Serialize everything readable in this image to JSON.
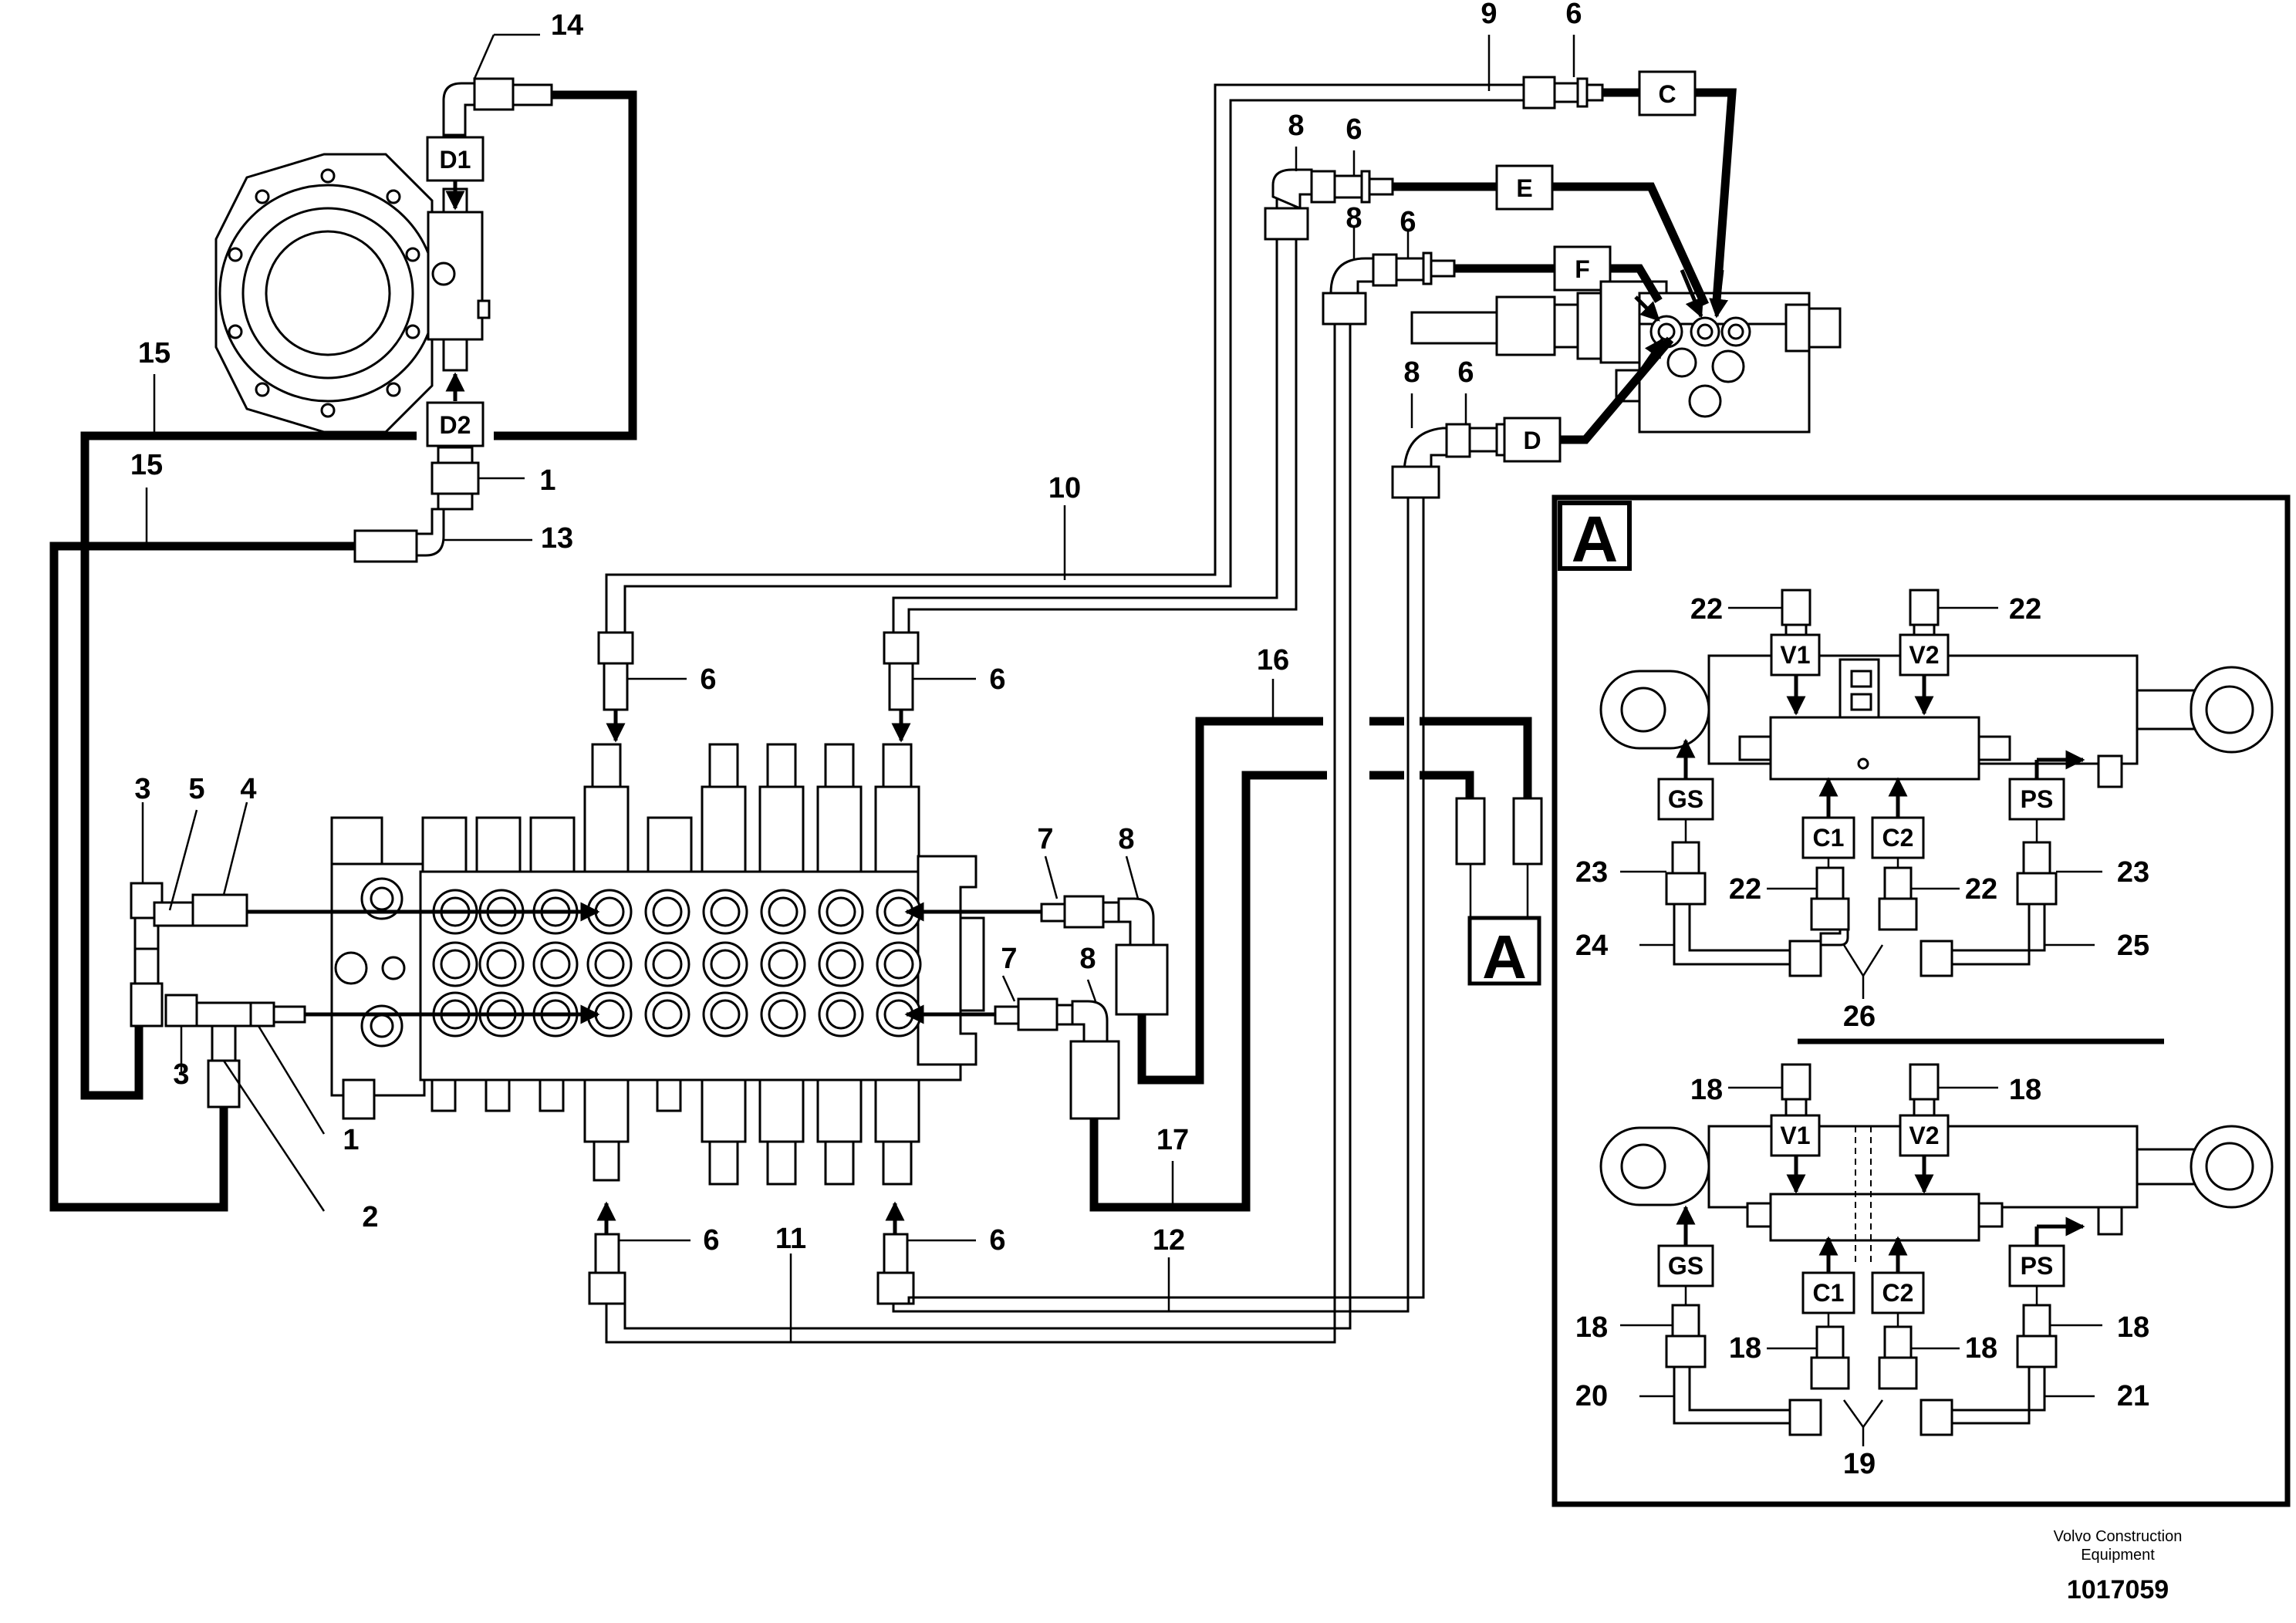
{
  "diagram": {
    "callouts": [
      {
        "id": "c14",
        "text": "14"
      },
      {
        "id": "c15a",
        "text": "15"
      },
      {
        "id": "c15b",
        "text": "15"
      },
      {
        "id": "c1a",
        "text": "1"
      },
      {
        "id": "c13",
        "text": "13"
      },
      {
        "id": "c9",
        "text": "9"
      },
      {
        "id": "c6a",
        "text": "6"
      },
      {
        "id": "c8a",
        "text": "8"
      },
      {
        "id": "c6b",
        "text": "6"
      },
      {
        "id": "c8b",
        "text": "8"
      },
      {
        "id": "c6c",
        "text": "6"
      },
      {
        "id": "c8c",
        "text": "8"
      },
      {
        "id": "c6d",
        "text": "6"
      },
      {
        "id": "c10",
        "text": "10"
      },
      {
        "id": "c6e",
        "text": "6"
      },
      {
        "id": "c6f",
        "text": "6"
      },
      {
        "id": "c16",
        "text": "16"
      },
      {
        "id": "c3a",
        "text": "3"
      },
      {
        "id": "c5",
        "text": "5"
      },
      {
        "id": "c4",
        "text": "4"
      },
      {
        "id": "c7a",
        "text": "7"
      },
      {
        "id": "c8d",
        "text": "8"
      },
      {
        "id": "c7b",
        "text": "7"
      },
      {
        "id": "c8e",
        "text": "8"
      },
      {
        "id": "c3b",
        "text": "3"
      },
      {
        "id": "c1b",
        "text": "1"
      },
      {
        "id": "c2",
        "text": "2"
      },
      {
        "id": "c17",
        "text": "17"
      },
      {
        "id": "c6g",
        "text": "6"
      },
      {
        "id": "c6h",
        "text": "6"
      },
      {
        "id": "c11",
        "text": "11"
      },
      {
        "id": "c12",
        "text": "12"
      },
      {
        "id": "c22a",
        "text": "22"
      },
      {
        "id": "c22b",
        "text": "22"
      },
      {
        "id": "c23a",
        "text": "23"
      },
      {
        "id": "c22c",
        "text": "22"
      },
      {
        "id": "c22d",
        "text": "22"
      },
      {
        "id": "c23b",
        "text": "23"
      },
      {
        "id": "c24",
        "text": "24"
      },
      {
        "id": "c25",
        "text": "25"
      },
      {
        "id": "c26",
        "text": "26"
      },
      {
        "id": "c18a",
        "text": "18"
      },
      {
        "id": "c18b",
        "text": "18"
      },
      {
        "id": "c18c",
        "text": "18"
      },
      {
        "id": "c18d",
        "text": "18"
      },
      {
        "id": "c18e",
        "text": "18"
      },
      {
        "id": "c18f",
        "text": "18"
      },
      {
        "id": "c20",
        "text": "20"
      },
      {
        "id": "c21",
        "text": "21"
      },
      {
        "id": "c19",
        "text": "19"
      }
    ],
    "port_tags": {
      "d1": "D1",
      "d2": "D2",
      "c": "C",
      "e": "E",
      "f": "F",
      "d": "D",
      "v1a": "V1",
      "v2a": "V2",
      "gsa": "GS",
      "psa": "PS",
      "c1a": "C1",
      "c2a": "C2",
      "v1b": "V1",
      "v2b": "V2",
      "gsb": "GS",
      "psb": "PS",
      "c1b": "C1",
      "c2b": "C2"
    },
    "detail_label": "A",
    "detail_ref_label": "A",
    "manufacturer": [
      "Volvo Construction",
      "Equipment"
    ],
    "document_number": "1017059"
  }
}
